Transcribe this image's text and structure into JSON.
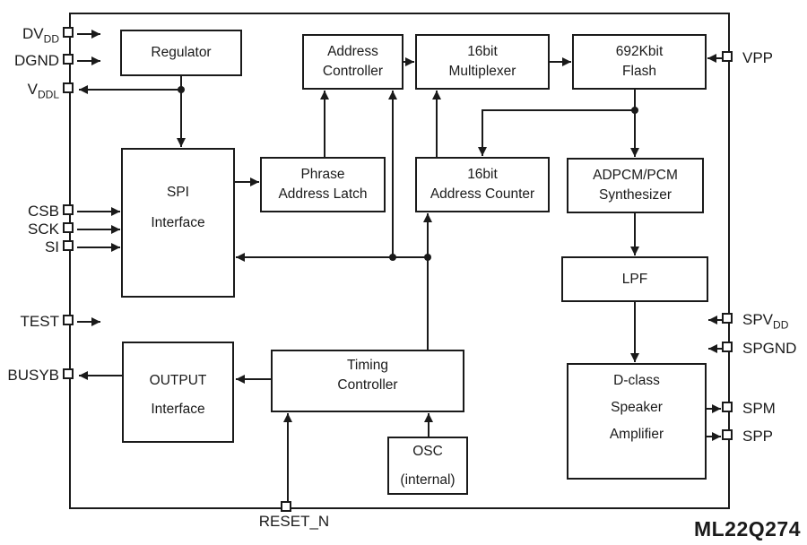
{
  "part_number": "ML22Q274",
  "blocks": {
    "regulator": {
      "lines": [
        "Regulator"
      ]
    },
    "address_controller": {
      "lines": [
        "Address",
        "Controller"
      ]
    },
    "multiplexer": {
      "lines": [
        "16bit",
        "Multiplexer"
      ]
    },
    "flash": {
      "lines": [
        "692Kbit",
        "Flash"
      ]
    },
    "spi": {
      "lines": [
        "SPI",
        "Interface"
      ]
    },
    "phrase_latch": {
      "lines": [
        "Phrase",
        "Address Latch"
      ]
    },
    "address_counter": {
      "lines": [
        "16bit",
        "Address Counter"
      ]
    },
    "synthesizer": {
      "lines": [
        "ADPCM/PCM",
        "Synthesizer"
      ]
    },
    "lpf": {
      "lines": [
        "LPF"
      ]
    },
    "output_interface": {
      "lines": [
        "OUTPUT",
        "Interface"
      ]
    },
    "timing": {
      "lines": [
        "Timing",
        "Controller"
      ]
    },
    "osc": {
      "lines": [
        "OSC",
        "(internal)"
      ]
    },
    "dclass": {
      "lines": [
        "D-class",
        "Speaker",
        "Amplifier"
      ]
    }
  },
  "pins": {
    "dvdd": {
      "text": "DV",
      "sub": "DD"
    },
    "dgnd": {
      "text": "DGND",
      "sub": ""
    },
    "vddl": {
      "text": "V",
      "sub": "DDL"
    },
    "csb": {
      "text": "CSB",
      "sub": ""
    },
    "sck": {
      "text": "SCK",
      "sub": ""
    },
    "si": {
      "text": "SI",
      "sub": ""
    },
    "test": {
      "text": "TEST",
      "sub": ""
    },
    "busyb": {
      "text": "BUSYB",
      "sub": ""
    },
    "vpp": {
      "text": "VPP",
      "sub": ""
    },
    "spvdd": {
      "text": "SPV",
      "sub": "DD"
    },
    "spgnd": {
      "text": "SPGND",
      "sub": ""
    },
    "spm": {
      "text": "SPM",
      "sub": ""
    },
    "spp": {
      "text": "SPP",
      "sub": ""
    },
    "reset_n": {
      "text": "RESET_N",
      "sub": ""
    }
  },
  "colors": {
    "line": "#1a1a1a",
    "background": "#ffffff"
  }
}
